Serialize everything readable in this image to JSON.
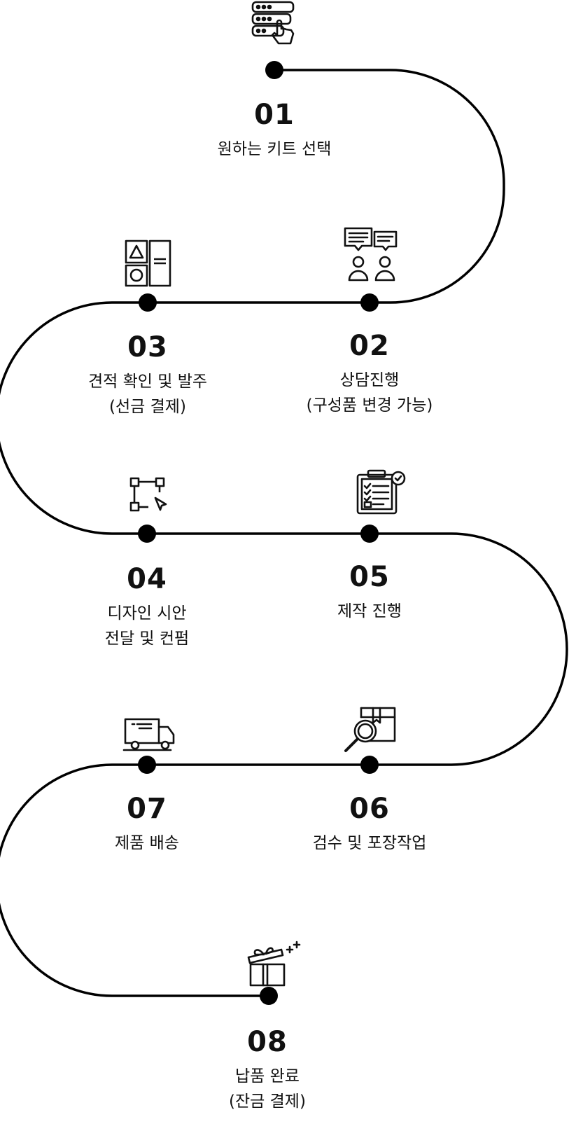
{
  "colors": {
    "line": "#000000",
    "dot": "#000000",
    "text": "#111111"
  },
  "steps": [
    {
      "number": "01",
      "lines": [
        "원하는 키트 선택"
      ],
      "icon": "server-touch-icon"
    },
    {
      "number": "02",
      "lines": [
        "상담진행",
        "(구성품 변경 가능)"
      ],
      "icon": "consultation-chat-icon"
    },
    {
      "number": "03",
      "lines": [
        "견적 확인 및 발주",
        "(선금 결제)"
      ],
      "icon": "product-layout-icon"
    },
    {
      "number": "04",
      "lines": [
        "디자인 시안",
        "전달 및 컨펌"
      ],
      "icon": "vector-design-icon"
    },
    {
      "number": "05",
      "lines": [
        "제작 진행"
      ],
      "icon": "checklist-clipboard-icon"
    },
    {
      "number": "06",
      "lines": [
        "검수 및 포장작업"
      ],
      "icon": "box-inspection-icon"
    },
    {
      "number": "07",
      "lines": [
        "제품 배송"
      ],
      "icon": "delivery-truck-icon"
    },
    {
      "number": "08",
      "lines": [
        "납품 완료",
        "(잔금 결제)"
      ],
      "icon": "gift-box-icon"
    }
  ]
}
